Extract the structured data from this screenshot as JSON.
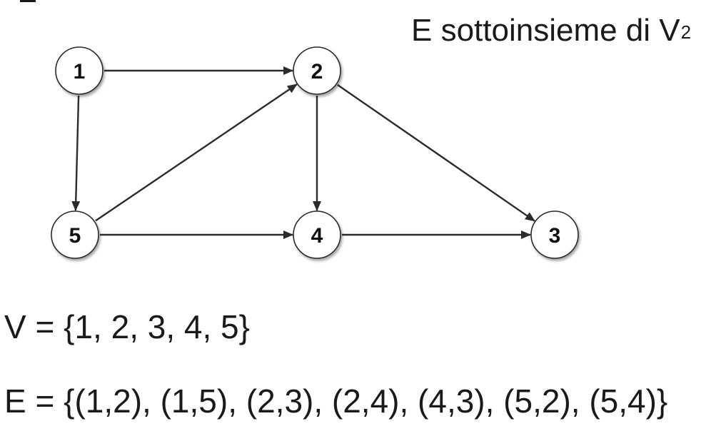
{
  "subset_title": {
    "text": "E sottoinsieme di V",
    "superscript": "2"
  },
  "graph": {
    "nodes": [
      {
        "id": "1",
        "label": "1"
      },
      {
        "id": "2",
        "label": "2"
      },
      {
        "id": "3",
        "label": "3"
      },
      {
        "id": "4",
        "label": "4"
      },
      {
        "id": "5",
        "label": "5"
      }
    ],
    "edges": [
      {
        "from": "1",
        "to": "2"
      },
      {
        "from": "1",
        "to": "5"
      },
      {
        "from": "2",
        "to": "3"
      },
      {
        "from": "2",
        "to": "4"
      },
      {
        "from": "4",
        "to": "3"
      },
      {
        "from": "5",
        "to": "2"
      },
      {
        "from": "5",
        "to": "4"
      }
    ]
  },
  "vertex_set": "V = {1, 2, 3, 4, 5}",
  "edge_set": "E = {(1,2), (1,5), (2,3), (2,4), (4,3), (5,2), (5,4)}"
}
